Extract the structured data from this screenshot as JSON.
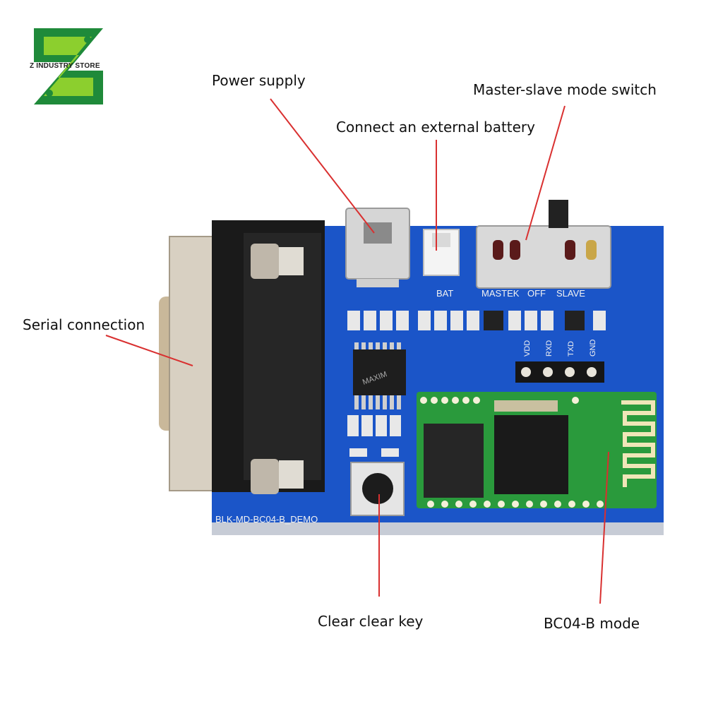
{
  "logo": {
    "text": "Z INDUSTRY STORE",
    "color_dark": "#1f8a3a",
    "color_light": "#8ccf2e"
  },
  "callouts": {
    "power_supply": "Power supply",
    "external_battery": "Connect an external battery",
    "master_slave": "Master-slave mode switch",
    "serial": "Serial connection",
    "clear_key": "Clear clear key",
    "module": "BC04-B mode"
  },
  "board": {
    "pcb_color": "#1b55c8",
    "module_color": "#2a9a3c",
    "arrow_color": "#d93030",
    "labels": {
      "bat": "BAT",
      "master": "MASTEK",
      "off": "OFF",
      "slave": "SLAVE",
      "vdd": "VDD",
      "rxd": "RXD",
      "txd": "TXD",
      "gnd": "GND",
      "name": "BLK-MD-BC04-B_DEMO",
      "chip": "MAXIM"
    }
  }
}
